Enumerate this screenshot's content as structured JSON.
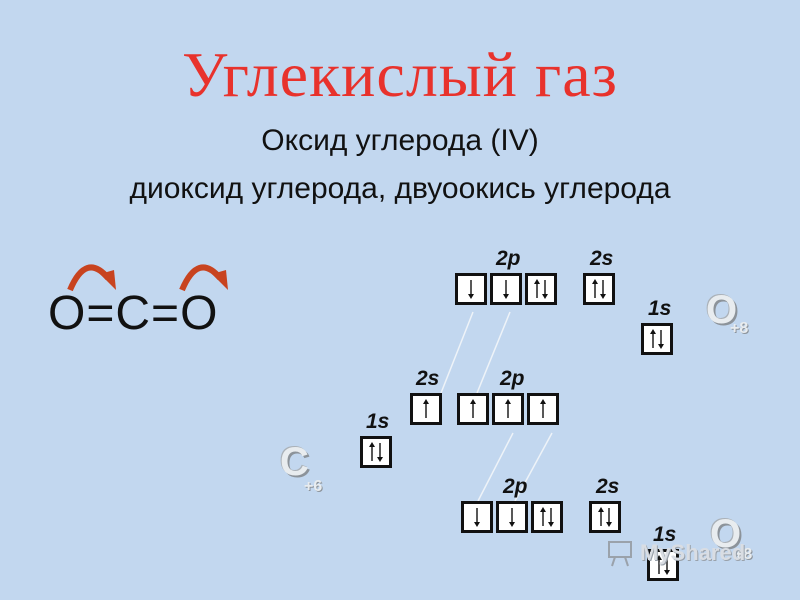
{
  "title": "Углекислый газ",
  "subtitle1": "Оксид углерода (IV)",
  "subtitle2": "диоксид углерода, двуоокись углерода",
  "formula": "O=C=O",
  "atoms": {
    "oxygen_top": {
      "symbol": "O",
      "charge": "+8"
    },
    "carbon": {
      "symbol": "C",
      "charge": "+6"
    },
    "oxygen_bottom": {
      "symbol": "O",
      "charge": "+8"
    }
  },
  "labels": {
    "o1_2p": "2p",
    "o1_2s": "2s",
    "o1_1s": "1s",
    "c_2s": "2s",
    "c_2p": "2p",
    "c_1s": "1s",
    "o2_2p": "2p",
    "o2_2s": "2s",
    "o2_1s": "1s"
  },
  "orbitals": {
    "o1_2p": [
      "down",
      "down",
      "updown"
    ],
    "o1_2s": [
      "updown"
    ],
    "o1_1s": [
      "updown"
    ],
    "c_2s": [
      "up"
    ],
    "c_2p": [
      "up",
      "up",
      "up"
    ],
    "c_1s": [
      "updown"
    ],
    "o2_2p": [
      "down",
      "down",
      "updown"
    ],
    "o2_2s": [
      "updown"
    ],
    "o2_1s": [
      "updown"
    ]
  },
  "watermark": "MyShared",
  "colors": {
    "background": "#c2d7ef",
    "title": "#e8322c",
    "arc": "#c8431f"
  }
}
